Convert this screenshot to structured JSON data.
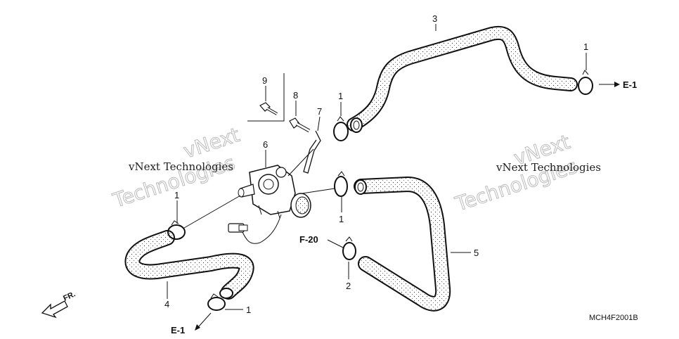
{
  "diagram": {
    "callouts": {
      "c1": "1",
      "c2": "2",
      "c3": "3",
      "c4": "4",
      "c5": "5",
      "c6": "6",
      "c7": "7",
      "c8": "8",
      "c9": "9"
    },
    "references": {
      "e1_top": "E-1",
      "e1_bottom": "E-1",
      "f20": "F-20",
      "front": "FR."
    },
    "part_code": "MCH4F2001B",
    "watermarks": {
      "left_line1": "vNext Technologies",
      "left_line2": "vNext",
      "left_line3": "Technologies",
      "right_line1": "vNext Technologies",
      "right_line2": "vNext",
      "right_line3": "Technologies"
    }
  }
}
